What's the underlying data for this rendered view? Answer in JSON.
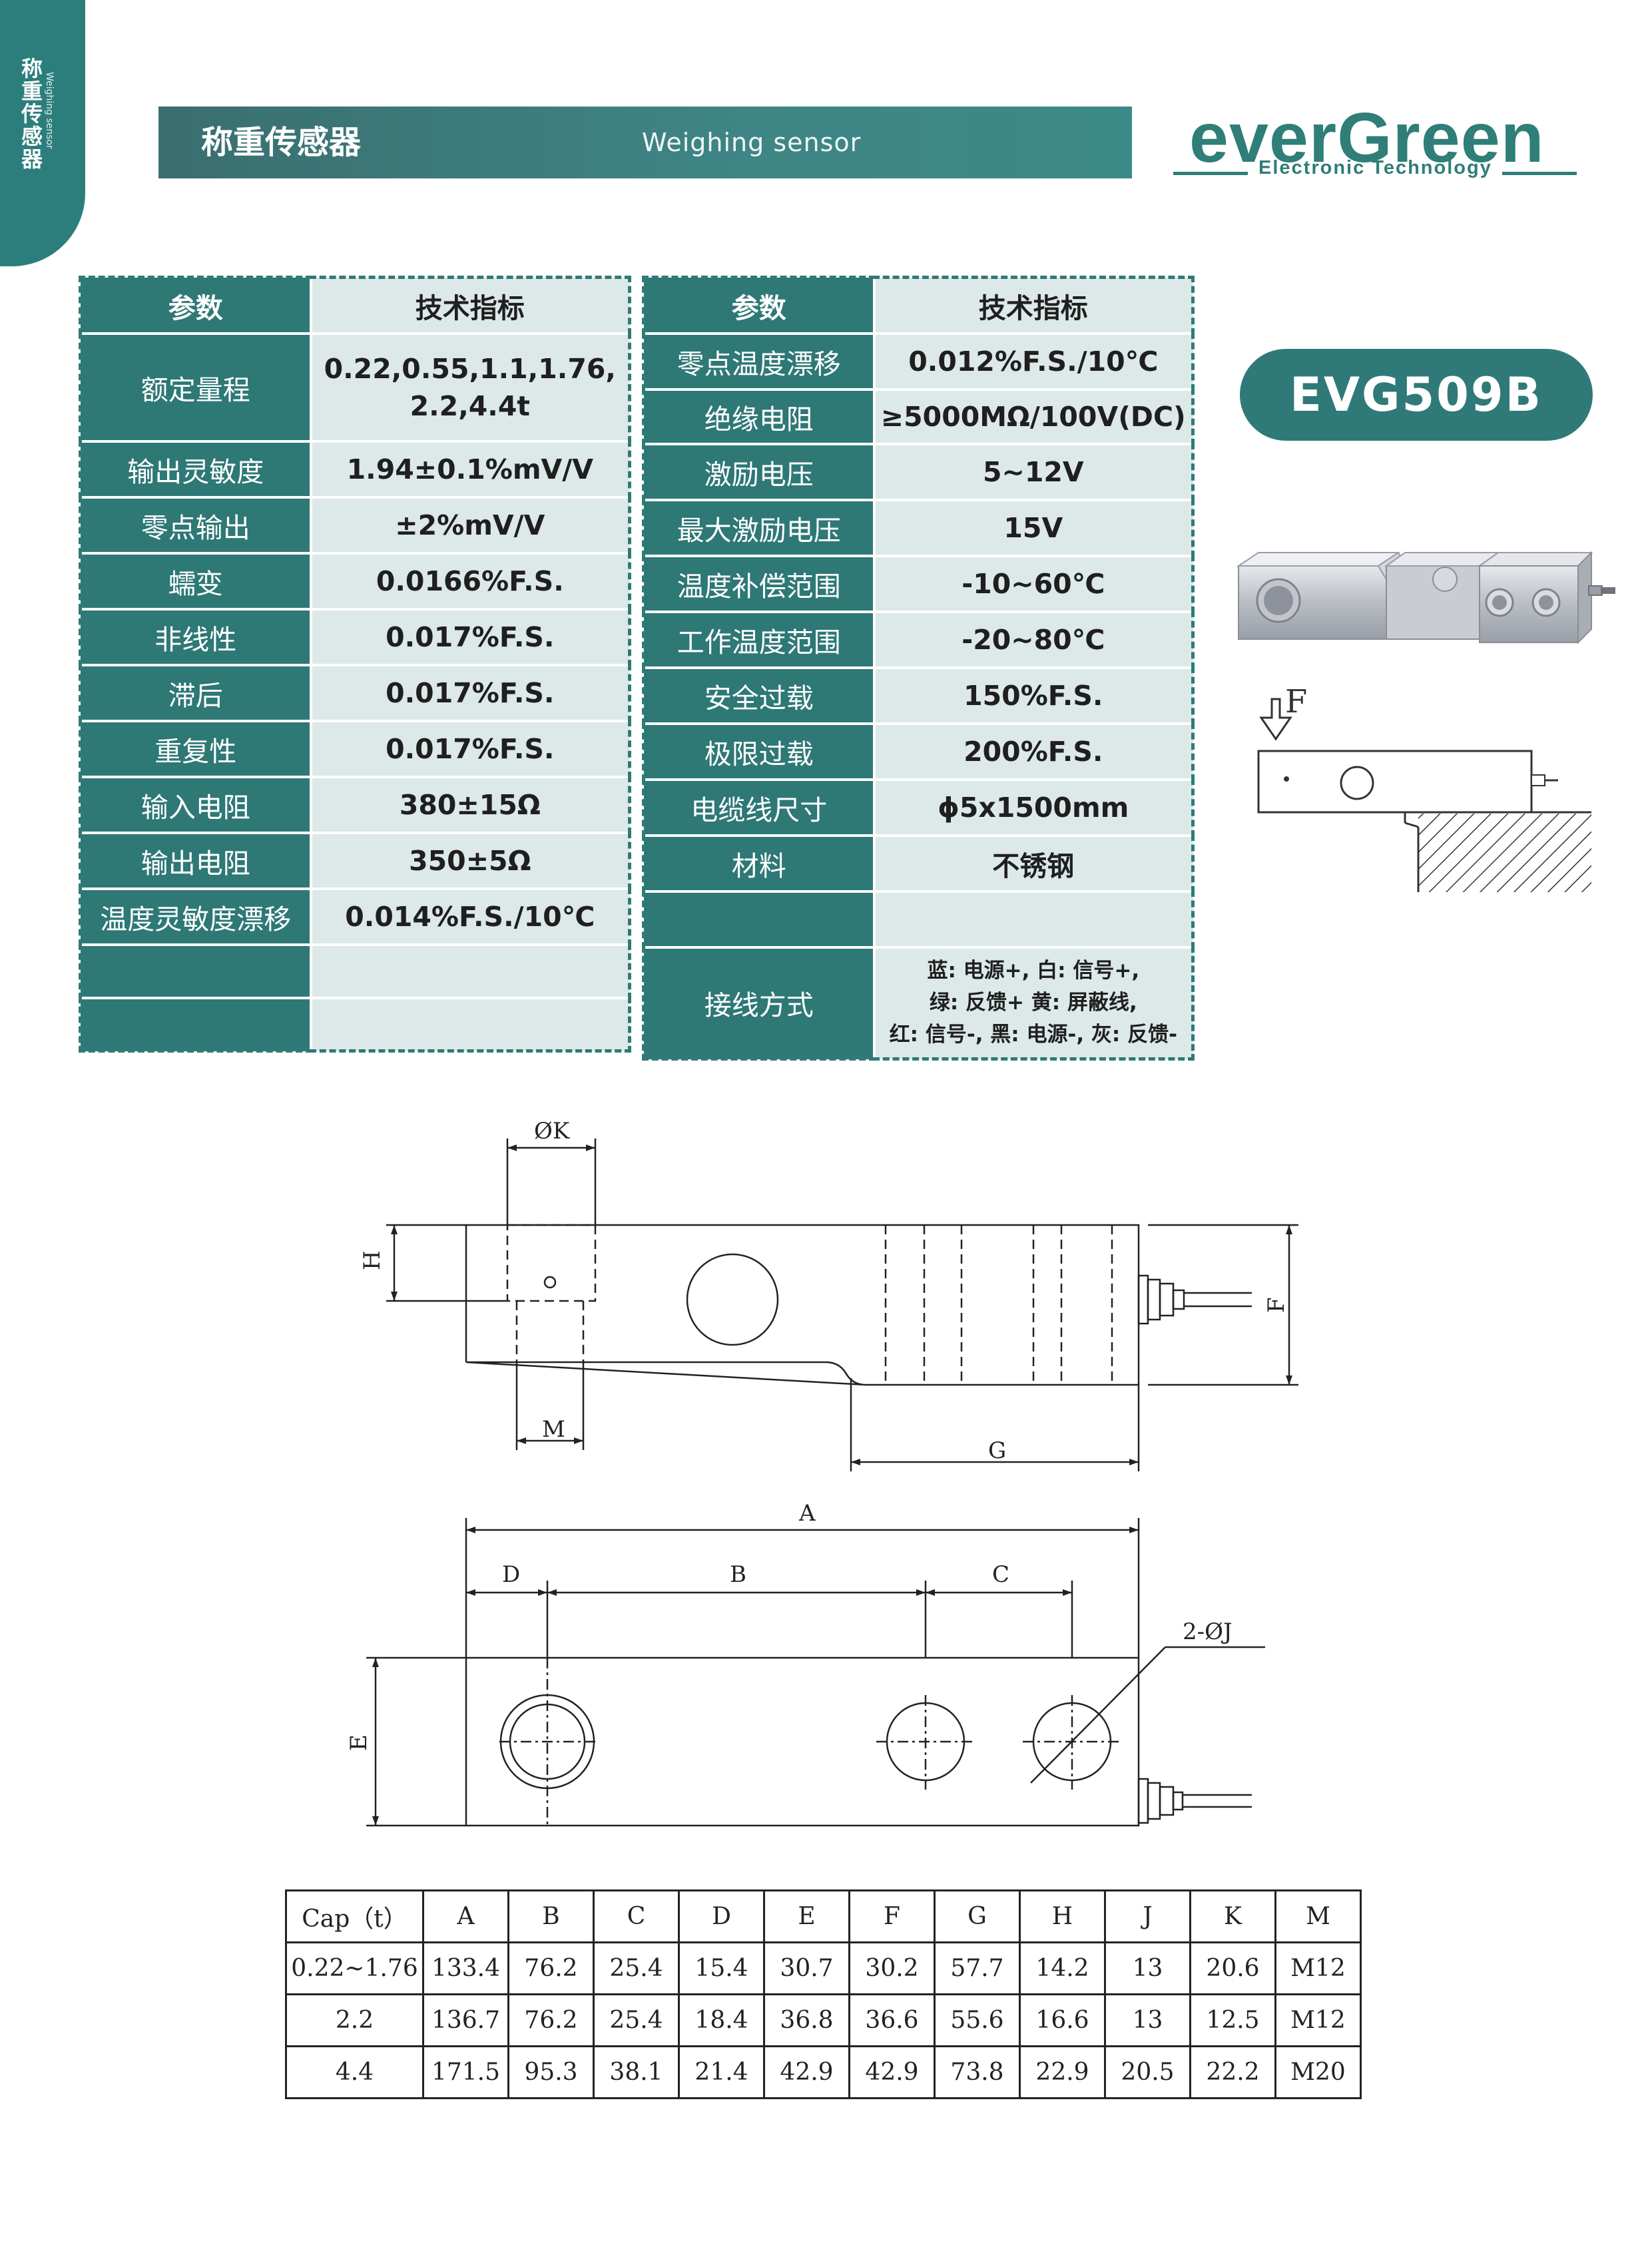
{
  "side_tab": {
    "title": "称重传感器",
    "subtitle": "Weighing sensor"
  },
  "header": {
    "title_cn": "称重传感器",
    "title_en": "Weighing sensor"
  },
  "logo": {
    "name": "everGreen",
    "tagline": "Electronic Technology"
  },
  "model": "EVG509B",
  "spec_left": {
    "header": {
      "param": "参数",
      "value": "技术指标"
    },
    "rows": [
      {
        "param": "额定量程",
        "value": "0.22,0.55,1.1,1.76,\n2.2,4.4t"
      },
      {
        "param": "输出灵敏度",
        "value": "1.94±0.1%mV/V"
      },
      {
        "param": "零点输出",
        "value": "±2%mV/V"
      },
      {
        "param": "蠕变",
        "value": "0.0166%F.S."
      },
      {
        "param": "非线性",
        "value": "0.017%F.S."
      },
      {
        "param": "滞后",
        "value": "0.017%F.S."
      },
      {
        "param": "重复性",
        "value": "0.017%F.S."
      },
      {
        "param": "输入电阻",
        "value": "380±15Ω"
      },
      {
        "param": "输出电阻",
        "value": "350±5Ω"
      },
      {
        "param": "温度灵敏度漂移",
        "value": "0.014%F.S./10℃"
      }
    ]
  },
  "spec_right": {
    "header": {
      "param": "参数",
      "value": "技术指标"
    },
    "rows": [
      {
        "param": "零点温度漂移",
        "value": "0.012%F.S./10℃"
      },
      {
        "param": "绝缘电阻",
        "value": "≥5000MΩ/100V(DC)"
      },
      {
        "param": "激励电压",
        "value": "5~12V"
      },
      {
        "param": "最大激励电压",
        "value": "15V"
      },
      {
        "param": "温度补偿范围",
        "value": "-10~60℃"
      },
      {
        "param": "工作温度范围",
        "value": "-20~80℃"
      },
      {
        "param": "安全过载",
        "value": "150%F.S."
      },
      {
        "param": "极限过载",
        "value": "200%F.S."
      },
      {
        "param": "电缆线尺寸",
        "value": "ϕ5x1500mm"
      },
      {
        "param": "材料",
        "value": "不锈钢"
      }
    ],
    "wiring": {
      "param": "接线方式",
      "value": "蓝: 电源+, 白: 信号+,\n绿:  反馈+ 黄: 屏蔽线,\n红: 信号-, 黑: 电源-, 灰:  反馈-"
    }
  },
  "force_label": "F",
  "drawing_labels": {
    "K": "ØK",
    "H": "H",
    "M": "M",
    "F": "F",
    "G": "G",
    "A": "A",
    "B": "B",
    "C": "C",
    "D": "D",
    "E": "E",
    "J": "2-ØJ"
  },
  "dimension_table": {
    "headers": [
      "Cap（t）",
      "A",
      "B",
      "C",
      "D",
      "E",
      "F",
      "G",
      "H",
      "J",
      "K",
      "M"
    ],
    "rows": [
      [
        "0.22~1.76",
        "133.4",
        "76.2",
        "25.4",
        "15.4",
        "30.7",
        "30.2",
        "57.7",
        "14.2",
        "13",
        "20.6",
        "M12"
      ],
      [
        "2.2",
        "136.7",
        "76.2",
        "25.4",
        "18.4",
        "36.8",
        "36.6",
        "55.6",
        "16.6",
        "13",
        "12.5",
        "M12"
      ],
      [
        "4.4",
        "171.5",
        "95.3",
        "38.1",
        "21.4",
        "42.9",
        "42.9",
        "73.8",
        "22.9",
        "20.5",
        "22.2",
        "M20"
      ]
    ]
  },
  "colors": {
    "brand": "#2f7a78",
    "header_band": "#3f8585",
    "cell_light": "#dde8e8"
  }
}
